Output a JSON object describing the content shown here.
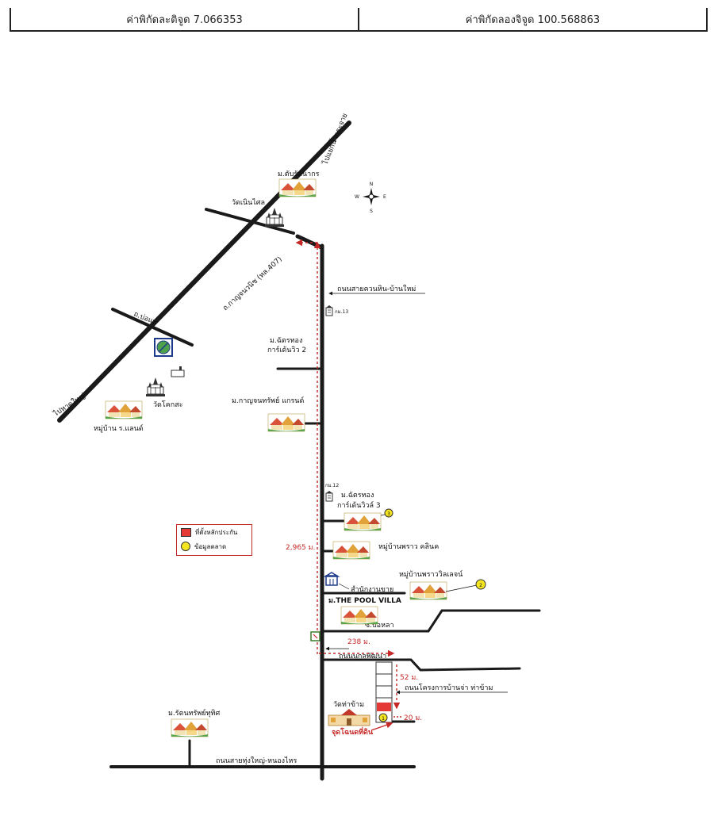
{
  "header": {
    "latitude_label": "ค่าพิกัดละติจูด 7.066353",
    "longitude_label": "ค่าพิกัดลองจิจูด 100.568863"
  },
  "roads": {
    "north_road": "ไปแยกน้ำกระจาย",
    "south_west_road": "ไปหาดใหญ่",
    "main_highway": "ถ.กาญจนวนิช (ทล.407)",
    "bo_nae": "ถ.บ่อแพ",
    "khuan_hin": "ถนนสายควนหิน-บ้านใหม่",
    "nuk_phatthana": "ถนนนุกูลพัฒนา",
    "project_road": "ถนนโครงการบ้านจ่า ท่าข้าม",
    "bo_la": "ซ.บ่อหลา",
    "thung_yai": "ถนนสายทุ่งใหญ่-หนองไหร"
  },
  "places": {
    "tap_ratanakorn": "ม.ตับรัตนากร",
    "wat_noen_sai": "วัดเนินไศล",
    "wat_khok_sa": "วัดโคกสะ",
    "village_land": "หมู่บ้าน ร.แลนด์",
    "chatthong": "ม.ฉัตรทอง",
    "garden_2": "การ์เด้นวิว 2",
    "kanchana_grand": "ม.กาญจนทรัพย์ แกรนด์",
    "chatthong_3": "ม.ฉัตรทอง",
    "garden_3": "การ์เด้นวิวล์ 3",
    "phrao_cl": "หมู่บ้านพราว คลินค",
    "phrao_ville": "หมู่บ้านพราววิลเลจน์",
    "sales_office": "สำนักงานขาย",
    "pool_villa": "ม.THE POOL VILLA",
    "wat_tha_kham": "วัดท่าข้าม",
    "rattana_tip": "ม.รัตนทรัพย์ทุทิศ",
    "target": "จุดโฉนดที่ดิน",
    "km13": "กม.13",
    "km12": "กม.12"
  },
  "markers": {
    "m1": "1",
    "m2": "2",
    "m3": "3"
  },
  "distances": {
    "d_main": "2,965 ม.",
    "d_238": "238 ม.",
    "d_52": "52 ม.",
    "d_20": "20 ม."
  },
  "legend": {
    "land_location": "ที่ตั้งหลักประกัน",
    "market_data": "ข้อมูลตลาด"
  },
  "compass": {
    "n": "N",
    "s": "S",
    "e": "E",
    "w": "W"
  },
  "colors": {
    "road": "#1a1a1a",
    "distance": "#c62828",
    "land": "#e53935",
    "market": "#f5e621"
  }
}
